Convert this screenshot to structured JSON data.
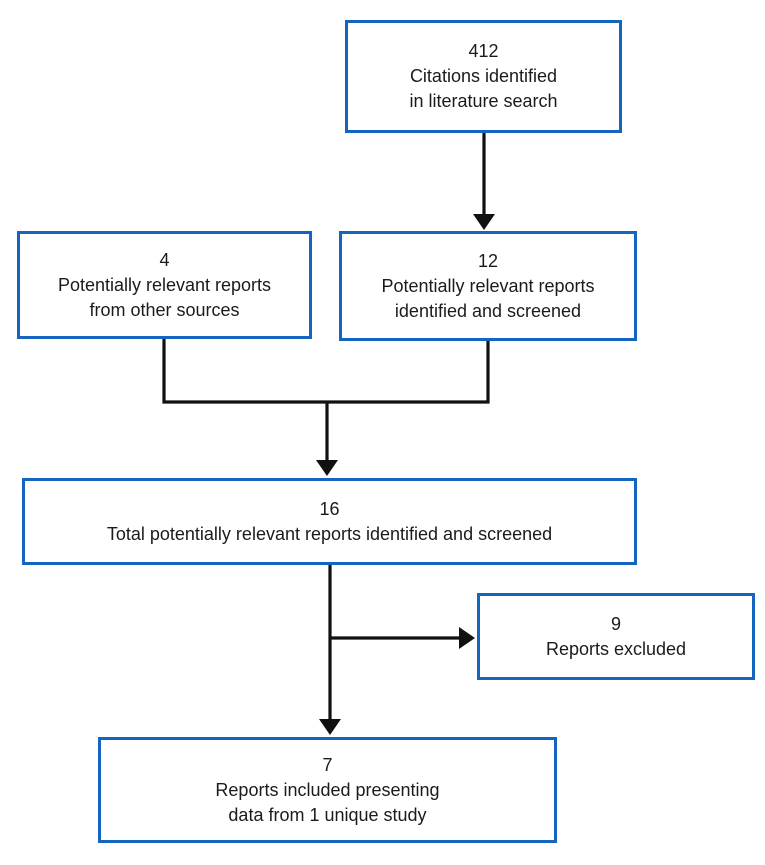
{
  "diagram": {
    "type": "flowchart",
    "background_color": "#ffffff",
    "box_border_color": "#1565C0",
    "arrow_color": "#111111",
    "boxes": {
      "citations": {
        "count": "412",
        "label": "Citations identified\nin literature search"
      },
      "other_sources": {
        "count": "4",
        "label": "Potentially relevant reports\nfrom other sources"
      },
      "screened": {
        "count": "12",
        "label": "Potentially relevant reports\nidentified and screened"
      },
      "total": {
        "count": "16",
        "label": "Total potentially relevant reports identified and screened"
      },
      "excluded": {
        "count": "9",
        "label": "Reports excluded"
      },
      "included": {
        "count": "7",
        "label": "Reports included presenting\ndata from 1 unique study"
      }
    },
    "edges": [
      "citations -> screened",
      "other_sources + screened -> total",
      "total -> excluded",
      "total -> included"
    ]
  }
}
